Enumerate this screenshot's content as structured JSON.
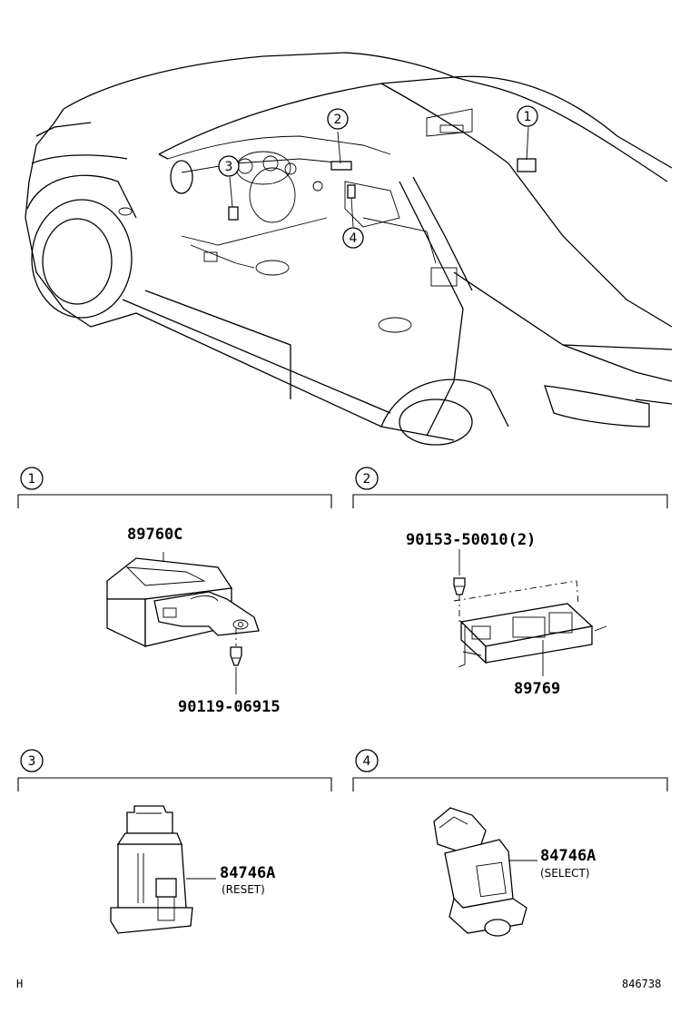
{
  "callouts": [
    "1",
    "2",
    "3",
    "4"
  ],
  "sections": [
    {
      "number": "1",
      "parts": {
        "main": "89760C",
        "fastener": "90119-06915"
      }
    },
    {
      "number": "2",
      "parts": {
        "fastener": "90153-50010(2)",
        "main": "89769"
      }
    },
    {
      "number": "3",
      "parts": {
        "main": "84746A",
        "note": "(RESET)"
      }
    },
    {
      "number": "4",
      "parts": {
        "main": "84746A",
        "note": "(SELECT)"
      }
    }
  ],
  "footer": {
    "left": "H",
    "right": "846738"
  }
}
